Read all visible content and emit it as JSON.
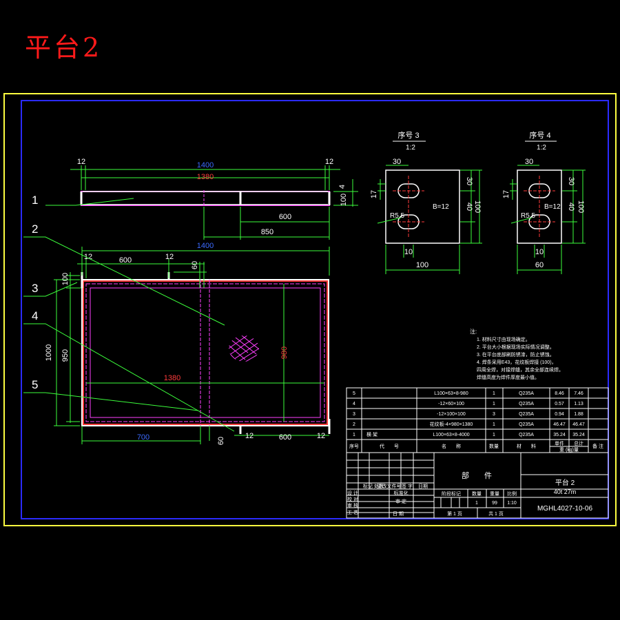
{
  "title": "平台2",
  "top_view": {
    "dims": {
      "d1400": "1400",
      "d1380": "1380",
      "d12a": "12",
      "d12b": "12",
      "d4": "4",
      "d100": "100",
      "d600": "600",
      "d850": "850"
    }
  },
  "plan_view": {
    "dims": {
      "d1400": "1400",
      "d12a": "12",
      "d600a": "600",
      "d12b": "12",
      "d60a": "60",
      "d100": "100",
      "d950": "950",
      "d1000": "1000",
      "d980": "980",
      "d1380": "1380",
      "d700": "700",
      "d60b": "60",
      "d12c": "12",
      "d600b": "600",
      "d12d": "12"
    }
  },
  "leaders": [
    "1",
    "2",
    "3",
    "4",
    "5"
  ],
  "detail3": {
    "title": "序号 3",
    "scale": "1:2",
    "d30": "30",
    "d17": "17",
    "d30r": "30",
    "d40": "40",
    "d100r": "100",
    "thick": "B=12",
    "radius": "R5.5",
    "d10": "10",
    "d100b": "100"
  },
  "detail4": {
    "title": "序号 4",
    "scale": "1:2",
    "d30": "30",
    "d17": "17",
    "d30r": "30",
    "d40": "40",
    "d100r": "100",
    "thick": "B=12",
    "radius": "R5.5",
    "d10": "10",
    "d60b": "60"
  },
  "notes": [
    "注:",
    "1. 材料尺寸由现场确定。",
    "2. 平台大小根据现场实际情况调整。",
    "3. 在平台底部刷防锈漆，防止锈蚀。",
    "4. 焊条采用E43，花纹板焊接 (100)，",
    "   四周全焊，对接焊缝，其余全部连续焊。",
    "   焊缝高度为焊件厚度最小值。"
  ],
  "bom": {
    "rows": [
      {
        "no": "5",
        "code": "",
        "name": "L100×63×8-980",
        "qty": "1",
        "mat": "Q235A",
        "unit": "8.46",
        "total": "7.46",
        "note": ""
      },
      {
        "no": "4",
        "code": "",
        "name": "-12×60×100",
        "qty": "1",
        "mat": "Q235A",
        "unit": "0.57",
        "total": "1.13",
        "note": ""
      },
      {
        "no": "3",
        "code": "",
        "name": "-12×100×100",
        "qty": "3",
        "mat": "Q235A",
        "unit": "0.94",
        "total": "1.88",
        "note": ""
      },
      {
        "no": "2",
        "code": "",
        "name": "花纹板-4×980×1380",
        "qty": "1",
        "mat": "Q235A",
        "unit": "46.47",
        "total": "46.47",
        "note": ""
      },
      {
        "no": "1",
        "code": "横 架",
        "name": "L100×63×8-4000",
        "qty": "1",
        "mat": "Q235A",
        "unit": "35.24",
        "total": "35.24",
        "note": ""
      }
    ],
    "headers": {
      "no": "序号",
      "code": "代　　号",
      "name": "名　　称",
      "qty": "数量",
      "mat": "材　　料",
      "single": "单件",
      "total": "总计",
      "weight": "重 (kg)量",
      "note": "备 注"
    }
  },
  "title_block": {
    "part_label": "部　　件",
    "drawing_name": "平台 2",
    "subtitle": "40t 27m",
    "drawing_no": "MGHL4027-10-06",
    "row_labels": [
      "标记",
      "处数",
      "更改文件号",
      "签 字",
      "日期"
    ],
    "left_labels": [
      "设 计",
      "校 对",
      "审 核",
      "工 艺"
    ],
    "mid_labels": [
      "标准化",
      "审 定",
      "日 期"
    ],
    "stage_label": "阶段标记",
    "weight_label": "重量",
    "qty_label": "数量",
    "scale_label": "比例",
    "weight_value": "99",
    "qty_value": "1",
    "scale_value": "1:10",
    "sheet": "第 1 页",
    "sheets": "共 1 页"
  }
}
